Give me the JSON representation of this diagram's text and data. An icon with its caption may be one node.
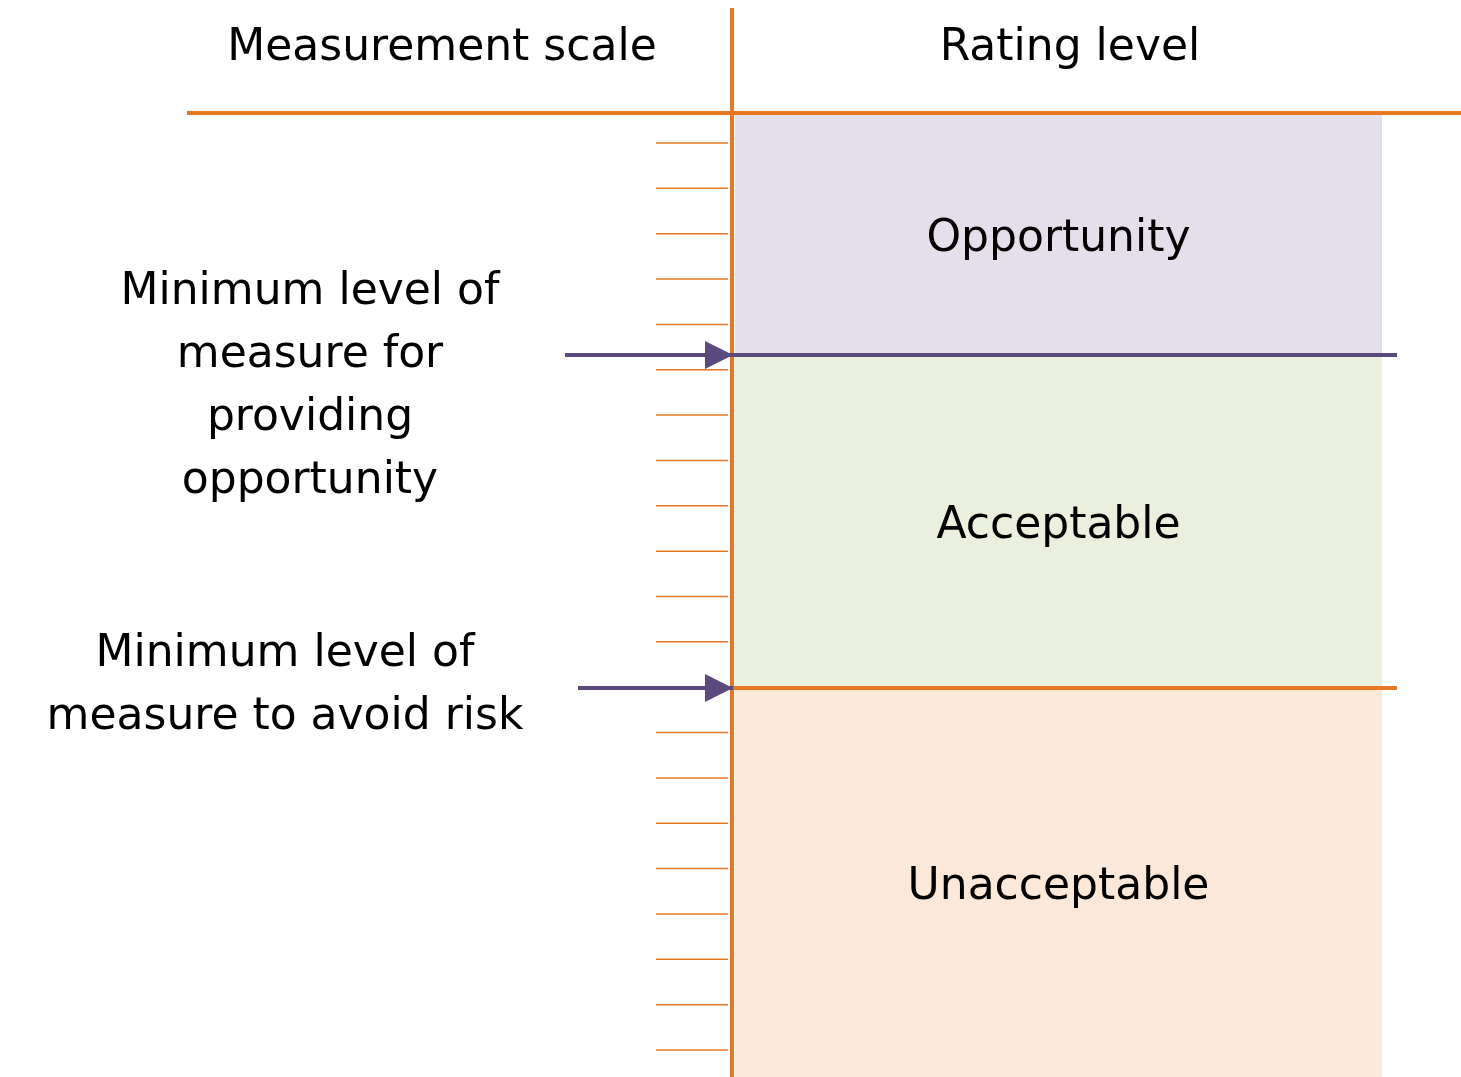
{
  "diagram": {
    "nodes": [
      {
        "text": [
          "Opportunity"
        ]
      },
      {
        "text": [
          "Acceptable"
        ]
      },
      {
        "text": [
          "Unacceptable"
        ]
      },
      {
        "text": [
          "Minimum level of measure for providing opportunity"
        ]
      },
      {
        "text": [
          "Minimum level of measure to avoid risk"
        ]
      }
    ],
    "edges": [
      {
        "from": 3,
        "to": 0,
        "arrow": "to"
      },
      {
        "from": 4,
        "to": 1,
        "arrow": "to"
      }
    ],
    "labels": [
      "Measurement scale",
      "Rating level"
    ]
  }
}
